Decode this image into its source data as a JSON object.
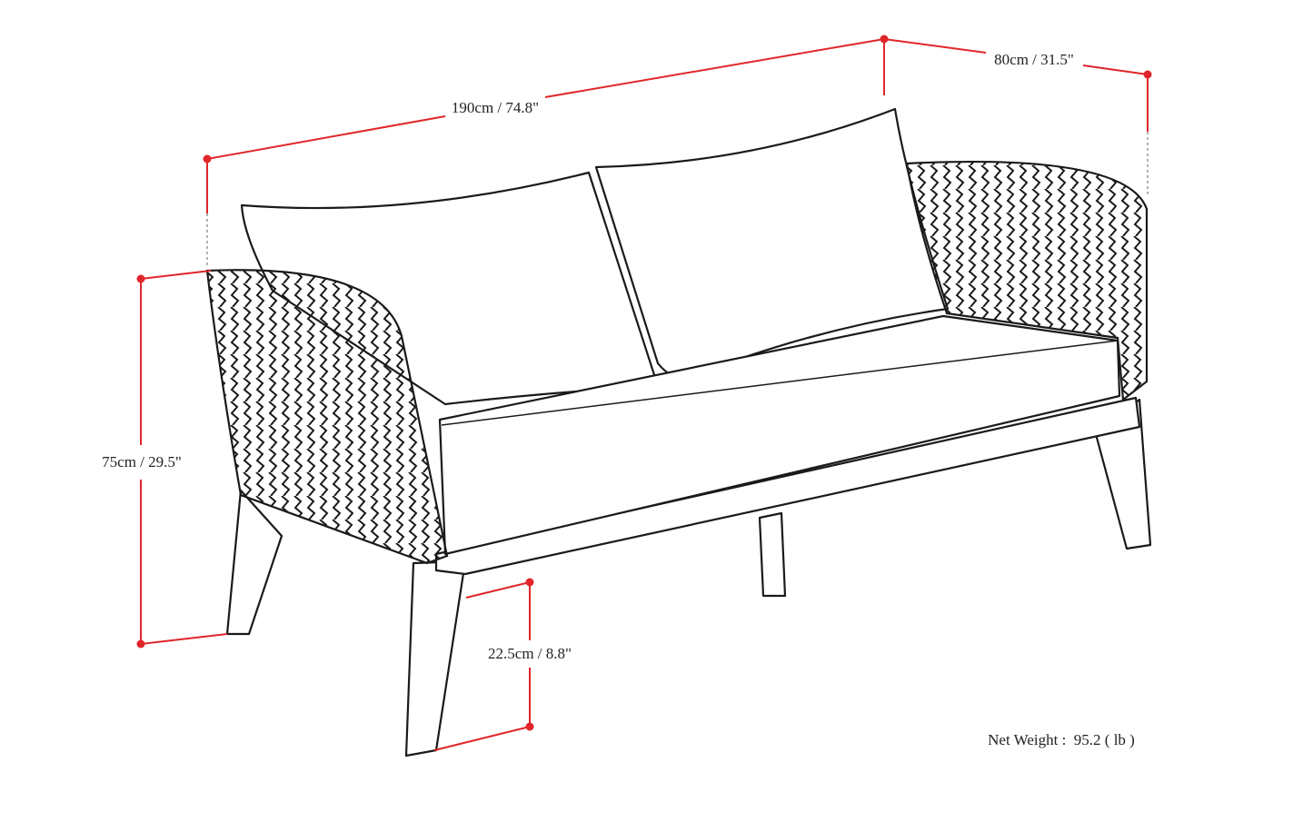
{
  "dimensions": {
    "width": "190cm / 74.8\"",
    "depth": "80cm / 31.5\"",
    "height": "75cm / 29.5\"",
    "leg_height": "22.5cm / 8.8\""
  },
  "net_weight": "Net Weight :  95.2 ( lb )",
  "colors": {
    "dimension_line": "#e0262a",
    "outline": "#1a1a1a"
  }
}
